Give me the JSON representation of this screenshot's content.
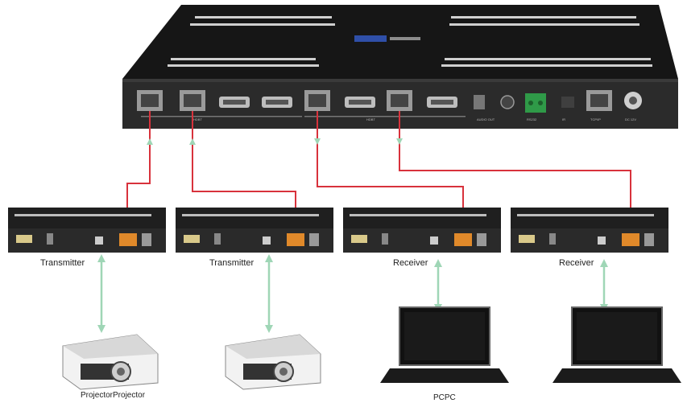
{
  "main_unit": {
    "port_labels": [
      "HDBT",
      "HDBT",
      "AUDIO OUT",
      "RS232",
      "IR",
      "TCP/IP",
      "DC 12V"
    ]
  },
  "devices": [
    {
      "label": "Transmitter",
      "role": "transmitter"
    },
    {
      "label": "Transmitter",
      "role": "transmitter"
    },
    {
      "label": "Receiver",
      "role": "receiver"
    },
    {
      "label": "Receiver",
      "role": "receiver"
    }
  ],
  "endpoints": [
    {
      "kind": "projector"
    },
    {
      "kind": "projector"
    },
    {
      "kind": "laptop"
    },
    {
      "kind": "laptop"
    }
  ],
  "bottom_labels": {
    "projectors": "ProjectorProjector",
    "pcs": "PCPC"
  },
  "colors": {
    "cable": "#d8323c",
    "arrow": "#9fd6b6",
    "device_dark": "#1f1f1f",
    "panel": "#2a2a2a",
    "port_orange": "#e0892a",
    "terminal_green": "#2f9a48"
  }
}
